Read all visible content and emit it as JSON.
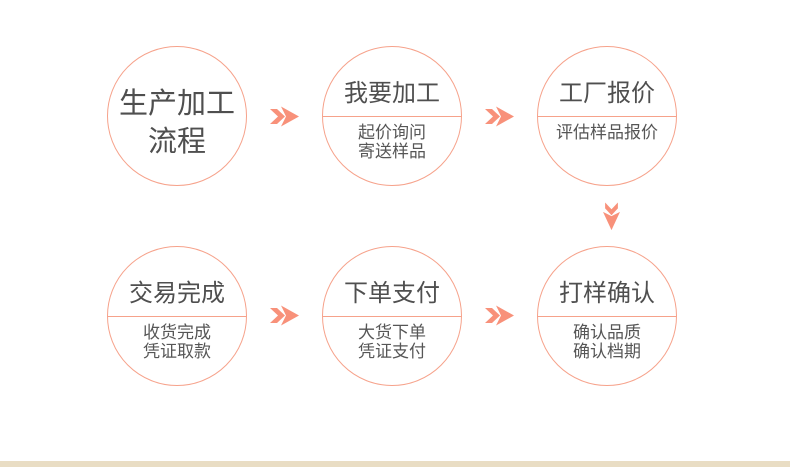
{
  "theme": {
    "background": "#ffffff",
    "circle_border": "#f6a28b",
    "divider": "#f6a28b",
    "arrow": "#f8917a",
    "title_text": "#4f4f4f",
    "subtitle_text": "#565656",
    "bottom_strip": "#e9ddc4"
  },
  "flow": {
    "nodes": [
      {
        "id": "production-process",
        "title_line1": "生产加工",
        "title_line2": "流程"
      },
      {
        "id": "request-processing",
        "title": "我要加工",
        "sub1": "起价询问",
        "sub2": "寄送样品"
      },
      {
        "id": "factory-quote",
        "title": "工厂报价",
        "sub1": "评估样品报价"
      },
      {
        "id": "transaction-complete",
        "title": "交易完成",
        "sub1": "收货完成",
        "sub2": "凭证取款"
      },
      {
        "id": "order-payment",
        "title": "下单支付",
        "sub1": "大货下单",
        "sub2": "凭证支付"
      },
      {
        "id": "sample-confirmation",
        "title": "打样确认",
        "sub1": "确认品质",
        "sub2": "确认档期"
      }
    ],
    "arrows": [
      {
        "id": "a0",
        "direction": "right"
      },
      {
        "id": "a1",
        "direction": "right"
      },
      {
        "id": "a2",
        "direction": "down"
      },
      {
        "id": "a3",
        "direction": "right"
      },
      {
        "id": "a4",
        "direction": "right"
      }
    ]
  }
}
